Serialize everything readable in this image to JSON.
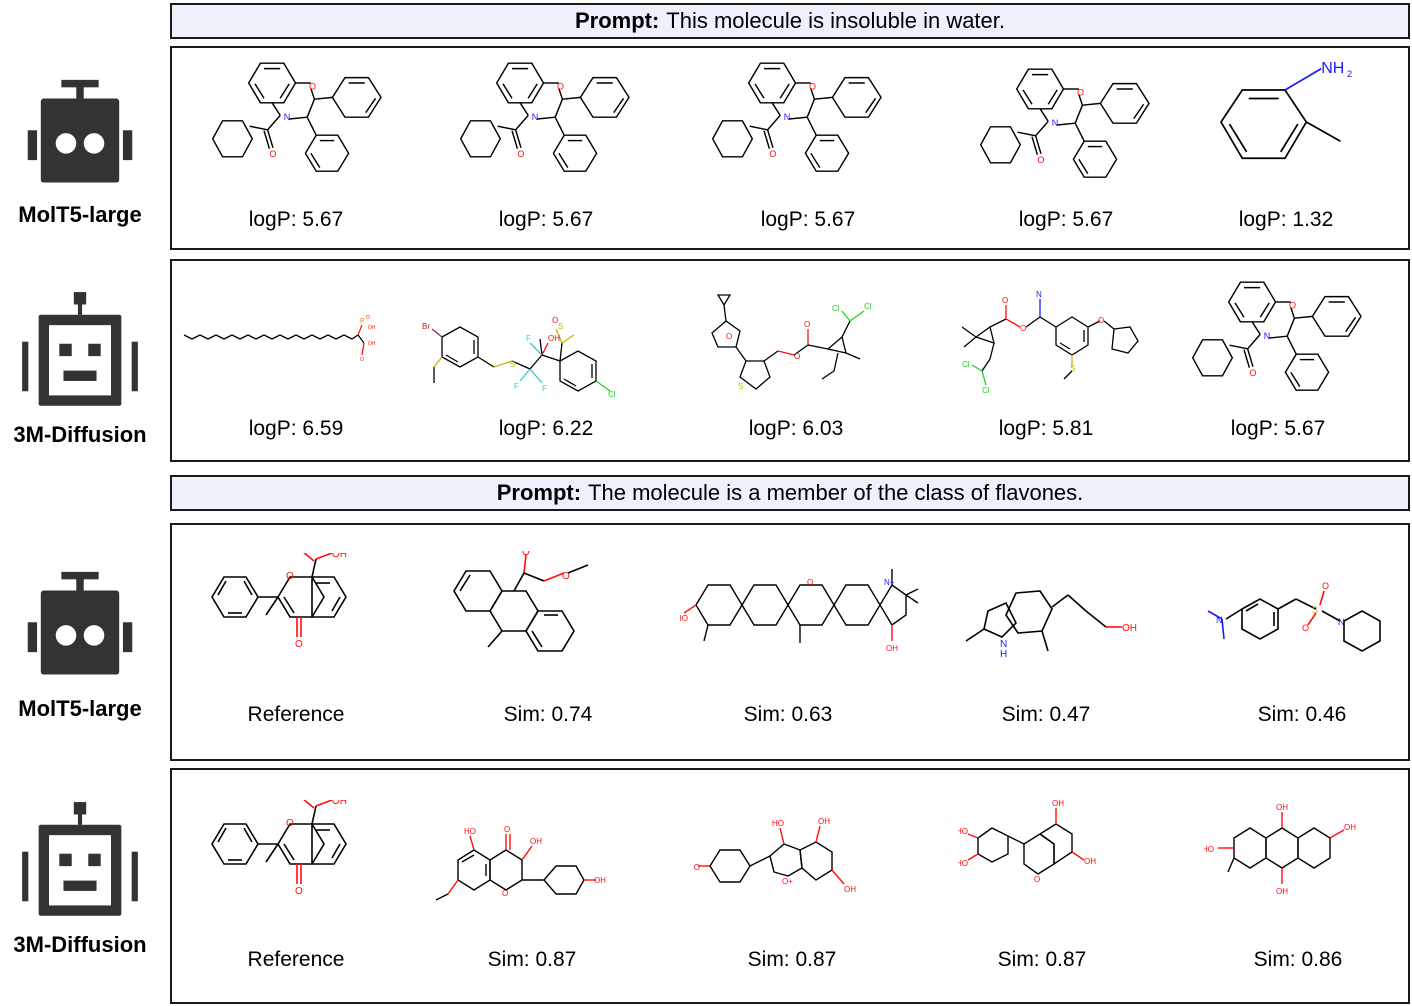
{
  "prompts": [
    {
      "label": "Prompt:",
      "text": "This molecule is insoluble in water."
    },
    {
      "label": "Prompt:",
      "text": "The molecule is a member of the class of flavones."
    }
  ],
  "rows": [
    {
      "model": "MolT5-large",
      "captions": [
        "logP: 5.67",
        "logP: 5.67",
        "logP: 5.67",
        "logP: 5.67",
        "logP: 1.32"
      ]
    },
    {
      "model": "3M-Diffusion",
      "captions": [
        "logP: 6.59",
        "logP: 6.22",
        "logP: 6.03",
        "logP: 5.81",
        "logP: 5.67"
      ]
    },
    {
      "model": "MolT5-large",
      "captions": [
        "Reference",
        "Sim: 0.74",
        "Sim: 0.63",
        "Sim: 0.47",
        "Sim: 0.46"
      ]
    },
    {
      "model": "3M-Diffusion",
      "captions": [
        "Reference",
        "Sim: 0.87",
        "Sim: 0.87",
        "Sim: 0.87",
        "Sim: 0.86"
      ]
    }
  ],
  "atom_labels": {
    "nh2": "NH",
    "nh2_sub": "2",
    "n": "N",
    "o": "O",
    "oh": "OH",
    "ho": "HO",
    "s": "S",
    "f": "F",
    "cl": "Cl",
    "br": "Br",
    "p": "P",
    "nh": "H",
    "nplus": "N+",
    "oplus": "O+"
  },
  "icons": [
    "robot-icon-rounded",
    "robot-icon-square"
  ],
  "colors": {
    "carbon": "#000000",
    "nitrogen": "#1a1aff",
    "oxygen": "#ff0d0d",
    "fluorine": "#33cccc",
    "chlorine": "#1fd01f",
    "sulfur": "#c8b400",
    "bromine": "#a52a2a",
    "phosphorus": "#ff8000",
    "prompt_bg": "#eef0fb",
    "icon": "#333333"
  }
}
